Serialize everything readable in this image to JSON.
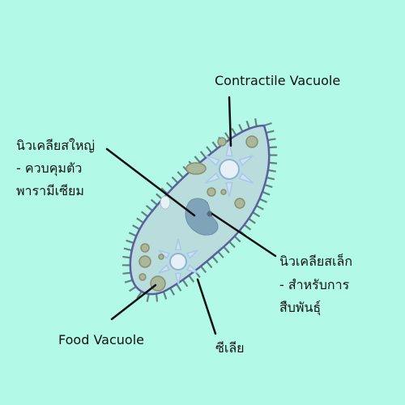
{
  "labels": {
    "contractile_vacuole": "Contractile Vacuole",
    "macronucleus": [
      "นิวเคลียสใหญ่",
      "- ควบคุมตัว",
      "พารามีเซียม"
    ],
    "micronucleus": [
      "นิวเคลียสเล็ก",
      "- สำหรับการ",
      "สืบพันธุ์"
    ],
    "food_vacuole": "Food Vacuole",
    "cilia": "ซีเลีย"
  },
  "colors": {
    "background": "#b3f9e7",
    "cell_fill": "#b9dcdc",
    "cell_outline": "#5b5f9e",
    "cilia": "#6b7f80",
    "nucleus": "#7fa3b8",
    "vacuole_star": "#a7c8e8",
    "food_vacuole": "#a9b79a",
    "leader_line": "#111111"
  }
}
